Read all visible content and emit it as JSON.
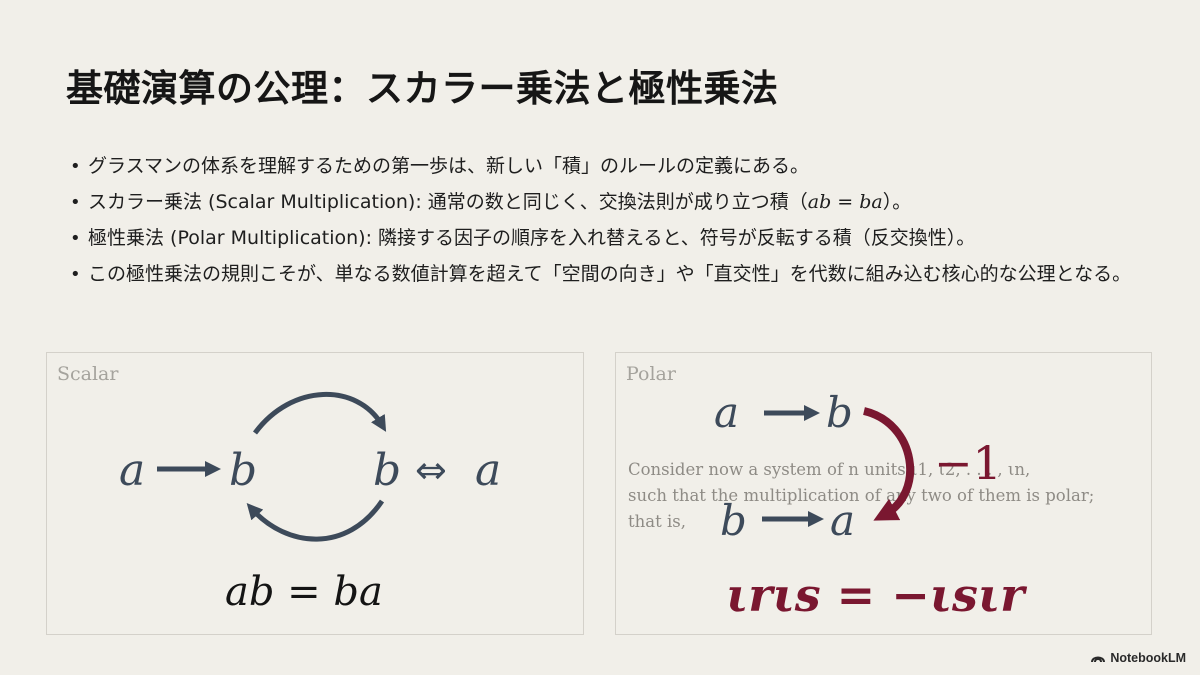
{
  "title": "基礎演算の公理：スカラー乗法と極性乗法",
  "bullets": [
    {
      "text": "グラスマンの体系を理解するための第一歩は、新しい「積」のルールの定義にある。"
    },
    {
      "text": "スカラー乗法 (Scalar Multiplication): 通常の数と同じく、交換法則が成り立つ積（",
      "math": "ab = ba",
      "suffix": "）。"
    },
    {
      "text": "極性乗法 (Polar Multiplication): 隣接する因子の順序を入れ替えると、符号が反転する積（反交換性）。"
    },
    {
      "text": "この極性乗法の規則こそが、単なる数値計算を超えて「空間の向き」や「直交性」を代数に組み込む核心的な公理となる。"
    }
  ],
  "scalar_panel": {
    "label": "Scalar",
    "left_a": "a",
    "left_b": "b",
    "right_b": "b",
    "iff": "⇔",
    "right_a": "a",
    "equation": "ab = ba",
    "color": "#3d4a5a"
  },
  "polar_panel": {
    "label": "Polar",
    "top_a": "a",
    "top_b": "b",
    "bottom_b": "b",
    "bottom_a": "a",
    "sign": "−1",
    "equation": "ιrιs = −ιsιr",
    "accent_color": "#7a1730",
    "arrow_color": "#3d4a5a",
    "background_text": [
      "Consider now a system of n units ι1, ι2, . . . , ιn,",
      "such that the multiplication of any two of them is polar;",
      "that is,"
    ]
  },
  "brand": "NotebookLM"
}
